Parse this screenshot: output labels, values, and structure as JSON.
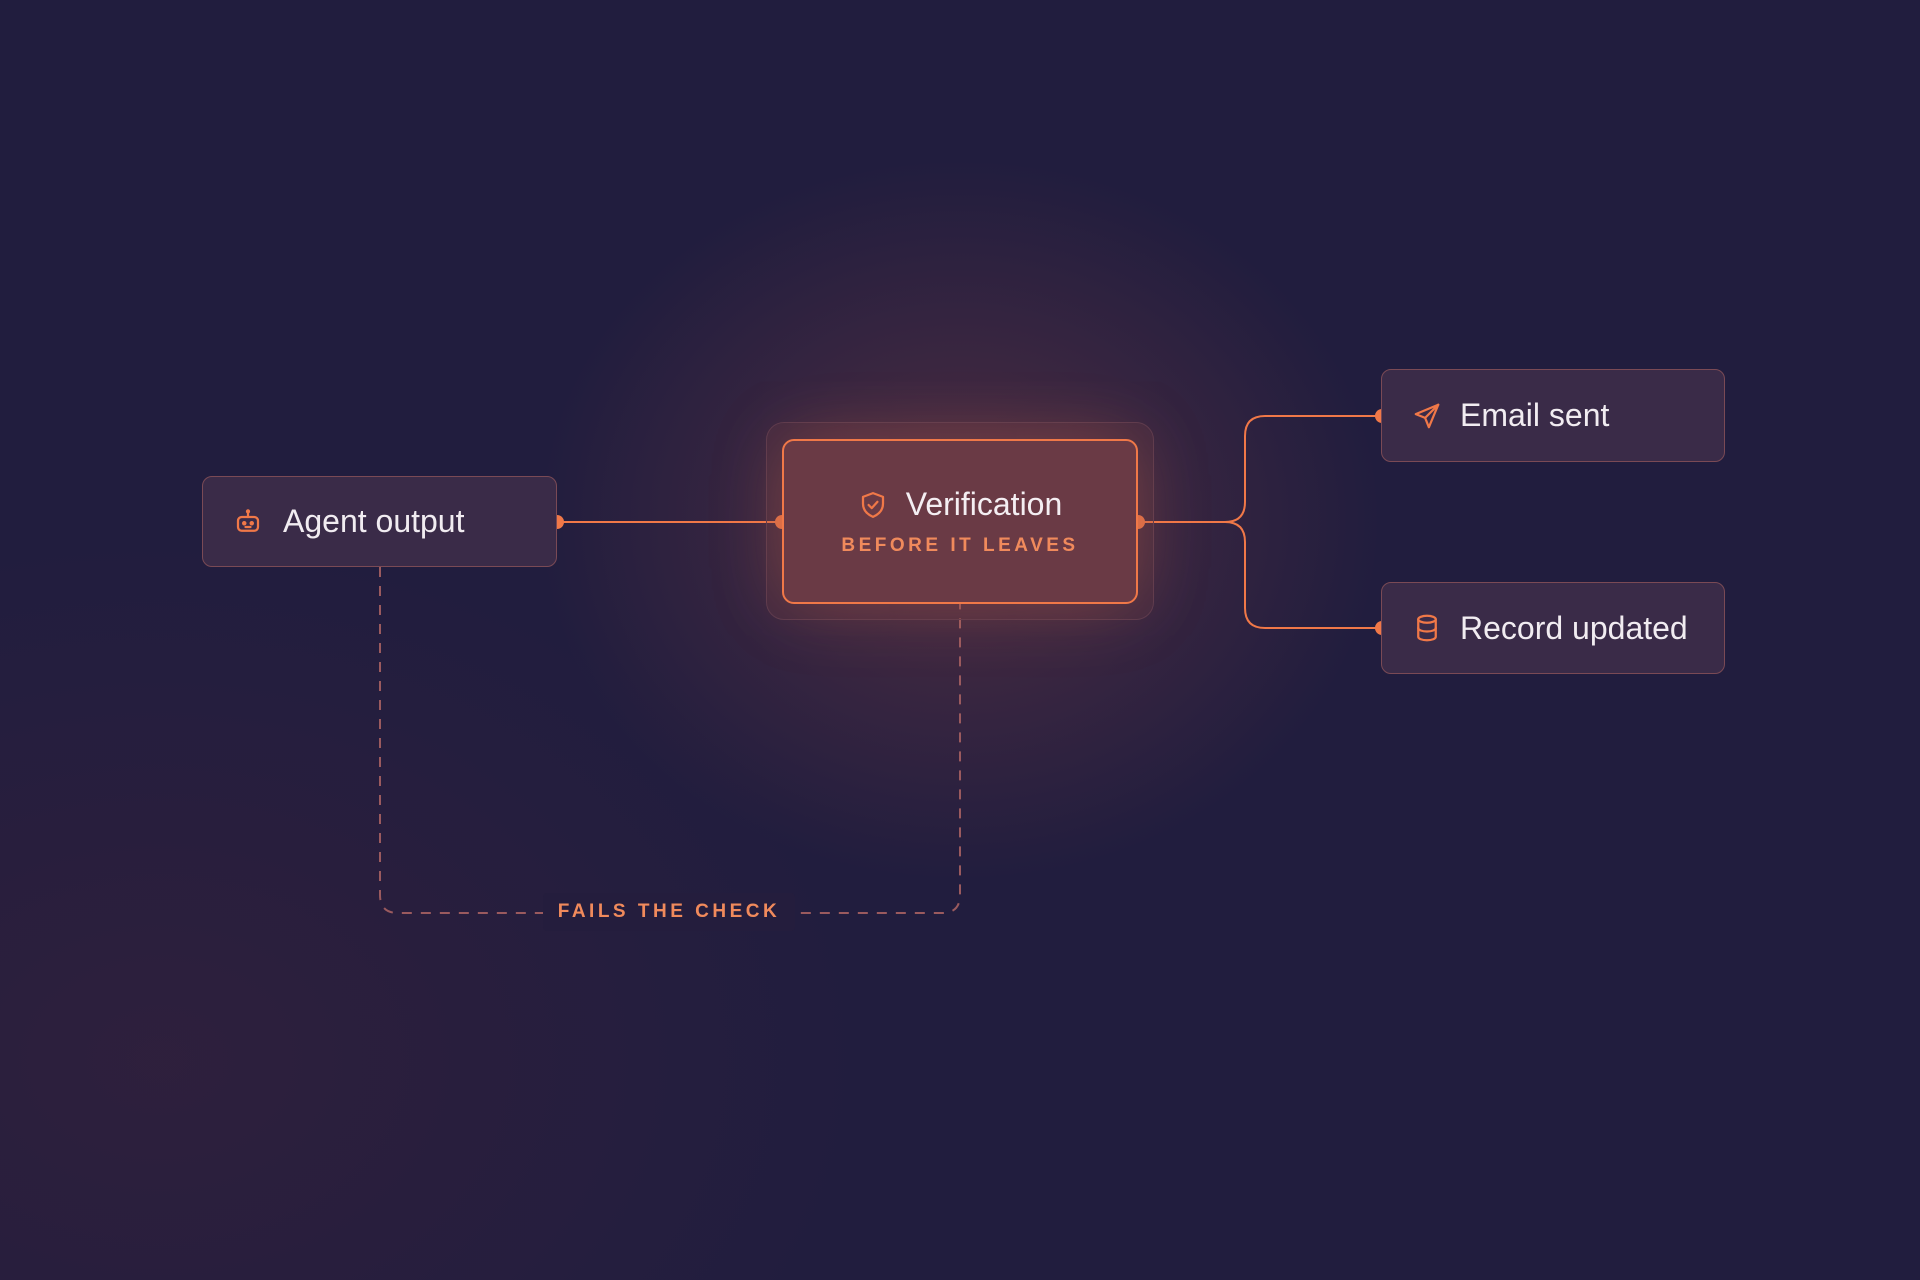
{
  "colors": {
    "background": "#211d3e",
    "accent": "#f07848",
    "node_fill": "#3a2b48",
    "node_border": "#7a4a55",
    "text": "#f1ecf1"
  },
  "nodes": {
    "agent_output": {
      "label": "Agent output",
      "icon": "robot-icon"
    },
    "verification": {
      "label": "Verification",
      "sublabel": "BEFORE IT LEAVES",
      "icon": "shield-check-icon"
    },
    "email_sent": {
      "label": "Email sent",
      "icon": "send-icon"
    },
    "record_updated": {
      "label": "Record updated",
      "icon": "database-icon"
    }
  },
  "edges": {
    "fail_loop_label": "FAILS THE CHECK"
  }
}
